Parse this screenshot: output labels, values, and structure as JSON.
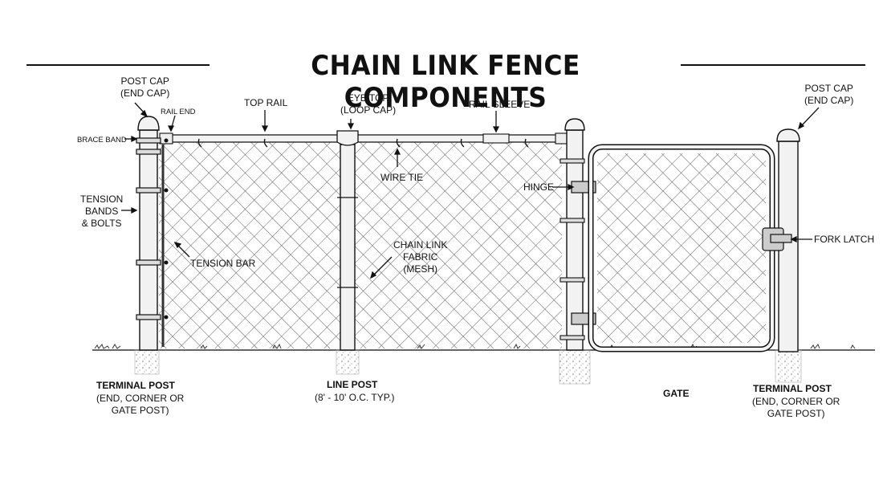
{
  "title": "CHAIN LINK FENCE COMPONENTS",
  "labels": {
    "post_cap_left": "POST CAP\n(END CAP)",
    "rail_end": "RAIL END",
    "brace_band": "BRACE BAND",
    "tension_bands_bolts": "TENSION\nBANDS\n& BOLTS",
    "tension_bar": "TENSION BAR",
    "top_rail": "TOP RAIL",
    "eye_top": "EYE TOP\n(LOOP CAP)",
    "wire_tie": "WIRE TIE",
    "rail_sleeve": "RAIL SLEEVE",
    "chain_link_fabric": "CHAIN LINK\nFABRIC\n(MESH)",
    "hinge": "HINGE",
    "post_cap_right": "POST CAP\n(END CAP)",
    "fork_latch": "FORK LATCH",
    "terminal_post_left_title": "TERMINAL POST",
    "terminal_post_left_sub": "(END, CORNER OR\nGATE POST)",
    "line_post_title": "LINE POST",
    "line_post_sub": "(8' - 10' O.C. TYP.)",
    "gate": "GATE",
    "terminal_post_right_title": "TERMINAL POST",
    "terminal_post_right_sub": "(END, CORNER OR\nGATE POST)"
  },
  "colors": {
    "ink": "#111111",
    "post_fill": "#f2f2f2",
    "mesh": "#555555",
    "ground": "#333333"
  }
}
